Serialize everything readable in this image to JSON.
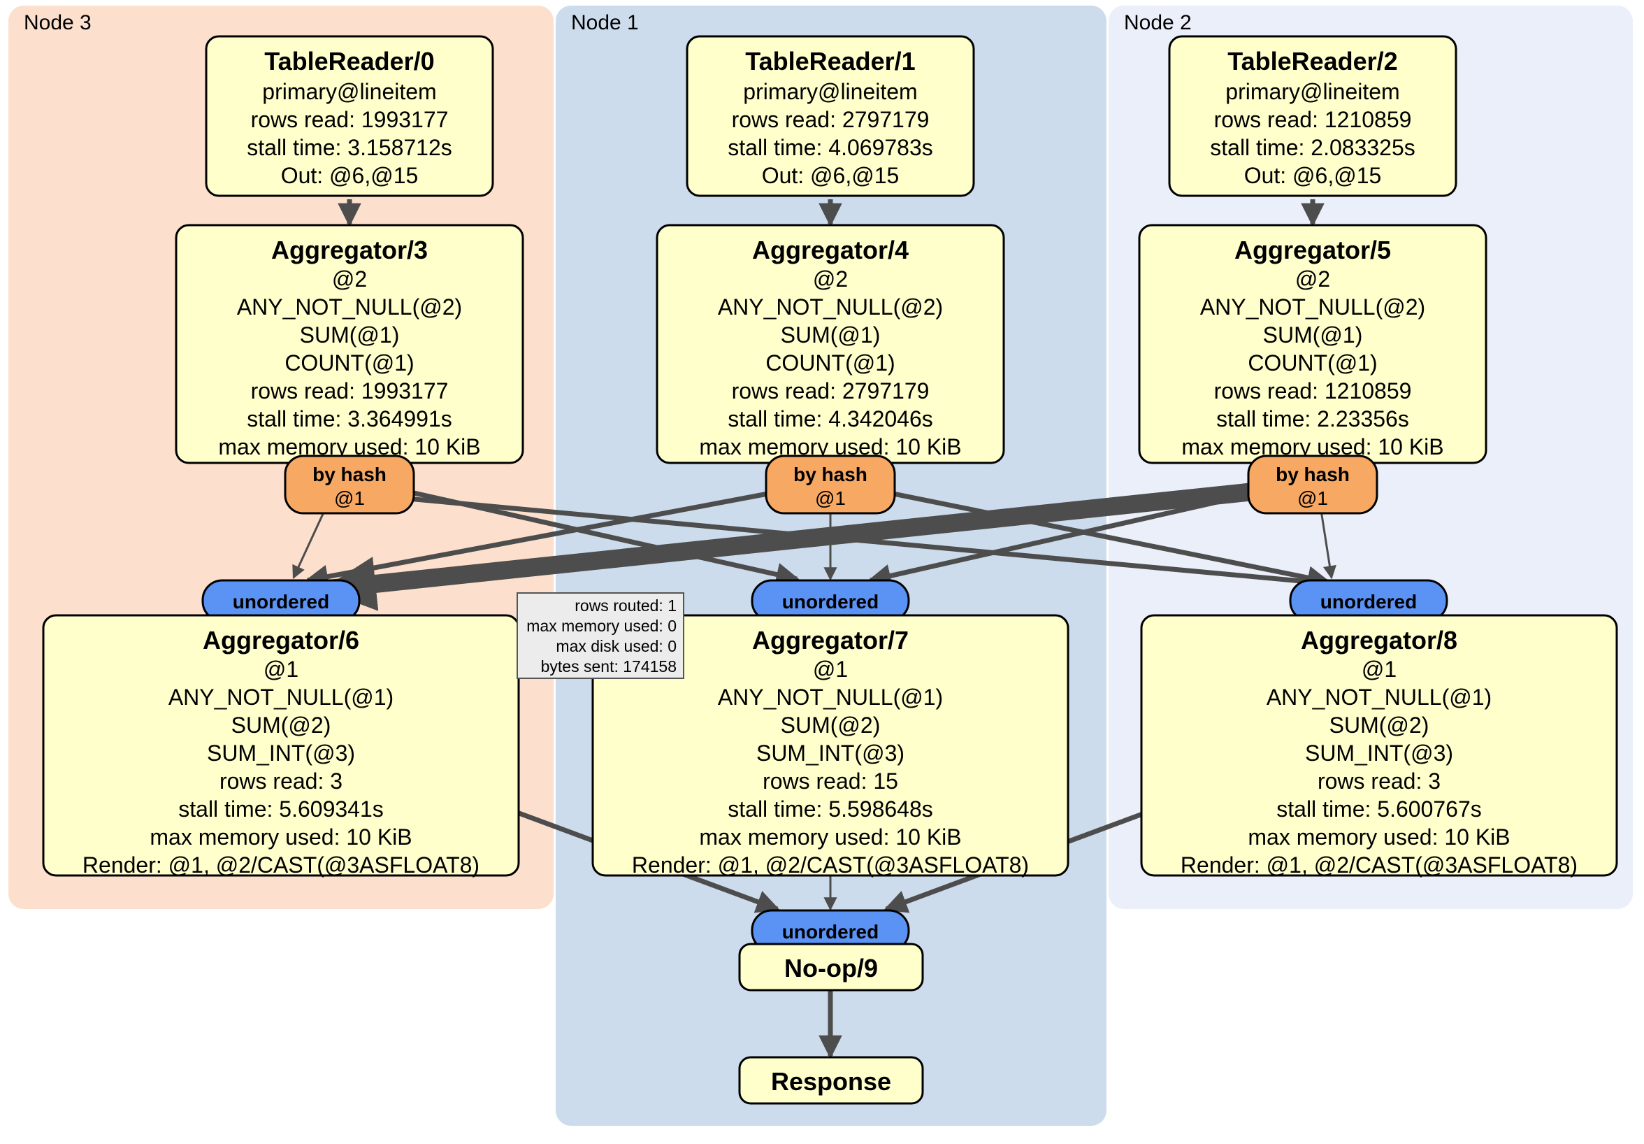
{
  "diagram": {
    "title": "Distributed query execution plan",
    "colors": {
      "node3_panel": "#fce0cd",
      "node1_panel": "#ccdcec",
      "node2_panel": "#eaeff9",
      "operator_box": "#ffffcc",
      "by_hash_pill": "#f7a862",
      "unordered_pill": "#5b93f5",
      "tooltip_box": "#ececec",
      "edge": "#4d4d4d"
    }
  },
  "clusters": [
    {
      "id": "node3",
      "label": "Node 3"
    },
    {
      "id": "node1",
      "label": "Node 1"
    },
    {
      "id": "node2",
      "label": "Node 2"
    }
  ],
  "table_readers": [
    {
      "title": "TableReader/0",
      "lines": [
        "primary@lineitem",
        "rows read: 1993177",
        "stall time: 3.158712s",
        "Out: @6,@15"
      ]
    },
    {
      "title": "TableReader/1",
      "lines": [
        "primary@lineitem",
        "rows read: 2797179",
        "stall time: 4.069783s",
        "Out: @6,@15"
      ]
    },
    {
      "title": "TableReader/2",
      "lines": [
        "primary@lineitem",
        "rows read: 1210859",
        "stall time: 2.083325s",
        "Out: @6,@15"
      ]
    }
  ],
  "aggregators_upper": [
    {
      "title": "Aggregator/3",
      "lines": [
        "@2",
        "ANY_NOT_NULL(@2)",
        "SUM(@1)",
        "COUNT(@1)",
        "rows read: 1993177",
        "stall time: 3.364991s",
        "max memory used: 10 KiB"
      ]
    },
    {
      "title": "Aggregator/4",
      "lines": [
        "@2",
        "ANY_NOT_NULL(@2)",
        "SUM(@1)",
        "COUNT(@1)",
        "rows read: 2797179",
        "stall time: 4.342046s",
        "max memory used: 10 KiB"
      ]
    },
    {
      "title": "Aggregator/5",
      "lines": [
        "@2",
        "ANY_NOT_NULL(@2)",
        "SUM(@1)",
        "COUNT(@1)",
        "rows read: 1210859",
        "stall time: 2.23356s",
        "max memory used: 10 KiB"
      ]
    }
  ],
  "aggregators_lower": [
    {
      "title": "Aggregator/6",
      "lines": [
        "@1",
        "ANY_NOT_NULL(@1)",
        "SUM(@2)",
        "SUM_INT(@3)",
        "rows read: 3",
        "stall time: 5.609341s",
        "max memory used: 10 KiB",
        "Render: @1, @2/CAST(@3ASFLOAT8)"
      ]
    },
    {
      "title": "Aggregator/7",
      "lines": [
        "@1",
        "ANY_NOT_NULL(@1)",
        "SUM(@2)",
        "SUM_INT(@3)",
        "rows read: 15",
        "stall time: 5.598648s",
        "max memory used: 10 KiB",
        "Render: @1, @2/CAST(@3ASFLOAT8)"
      ]
    },
    {
      "title": "Aggregator/8",
      "lines": [
        "@1",
        "ANY_NOT_NULL(@1)",
        "SUM(@2)",
        "SUM_INT(@3)",
        "rows read: 3",
        "stall time: 5.600767s",
        "max memory used: 10 KiB",
        "Render: @1, @2/CAST(@3ASFLOAT8)"
      ]
    }
  ],
  "router_pills": [
    {
      "label": "by hash",
      "sub": "@1"
    },
    {
      "label": "by hash",
      "sub": "@1"
    },
    {
      "label": "by hash",
      "sub": "@1"
    }
  ],
  "unordered_pills": [
    {
      "label": "unordered"
    },
    {
      "label": "unordered"
    },
    {
      "label": "unordered"
    },
    {
      "label": "unordered"
    }
  ],
  "stream_tooltip": {
    "lines": [
      "rows routed: 1",
      "max memory used: 0",
      "max disk used: 0",
      "bytes sent: 174158"
    ]
  },
  "terminal_nodes": [
    {
      "title": "No-op/9"
    },
    {
      "title": "Response"
    }
  ]
}
